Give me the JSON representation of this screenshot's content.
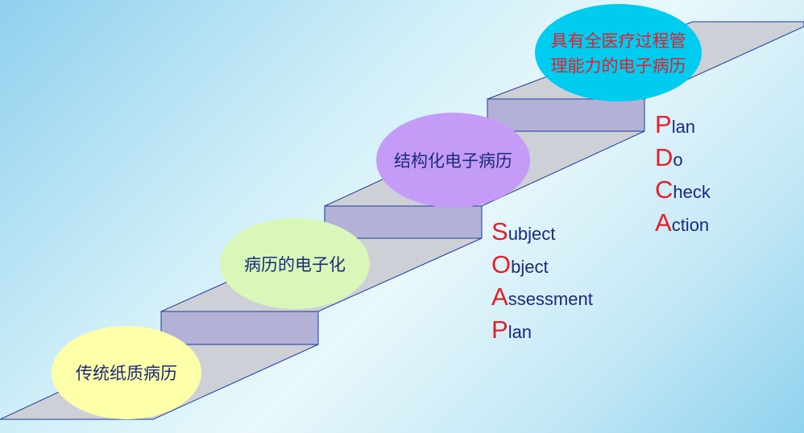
{
  "steps": [
    {
      "label": "传统纸质病历"
    },
    {
      "label": "病历的电子化"
    },
    {
      "label": "结构化电子病历"
    },
    {
      "label_lines": [
        "具有全医疗过程管",
        "理能力的电子病历"
      ]
    }
  ],
  "soap": [
    {
      "cap": "S",
      "rest": "ubject"
    },
    {
      "cap": "O",
      "rest": "bject"
    },
    {
      "cap": "A",
      "rest": "ssessment"
    },
    {
      "cap": "P",
      "rest": "lan"
    }
  ],
  "pdca": [
    {
      "cap": "P",
      "rest": "lan"
    },
    {
      "cap": "D",
      "rest": "o"
    },
    {
      "cap": "C",
      "rest": "heck"
    },
    {
      "cap": "A",
      "rest": "ction"
    }
  ],
  "colors": {
    "tread": "#cdd0d6",
    "riser": "#b3b1d5",
    "outline": "#1f3a99",
    "accent_red": "#e0202a",
    "text_blue": "#1b2a7a"
  }
}
